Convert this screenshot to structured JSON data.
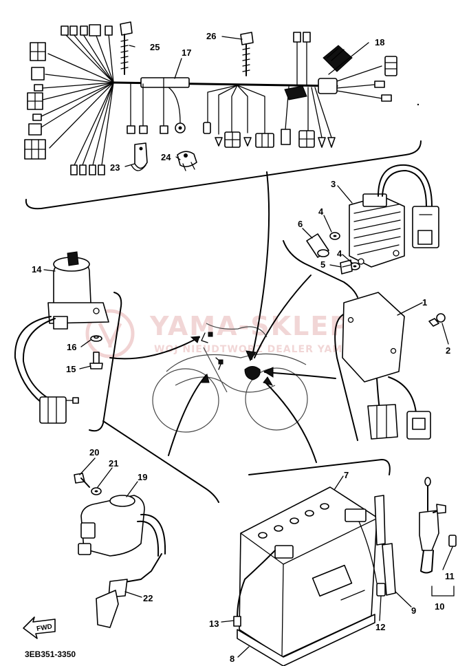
{
  "diagram": {
    "drawing_code": "3EB351-3350",
    "direction_label": "FWD",
    "watermark": {
      "main": "YAMA-SKLEP.PL",
      "sub": "WOJ NIEUDTWORZ DEALER YAMAHA"
    },
    "callouts": [
      "1",
      "2",
      "3",
      "4",
      "4",
      "5",
      "6",
      "7",
      "8",
      "9",
      "10",
      "11",
      "12",
      "13",
      "14",
      "15",
      "16",
      "17",
      "18",
      "19",
      "20",
      "21",
      "22",
      "23",
      "24",
      "25",
      "26"
    ]
  }
}
